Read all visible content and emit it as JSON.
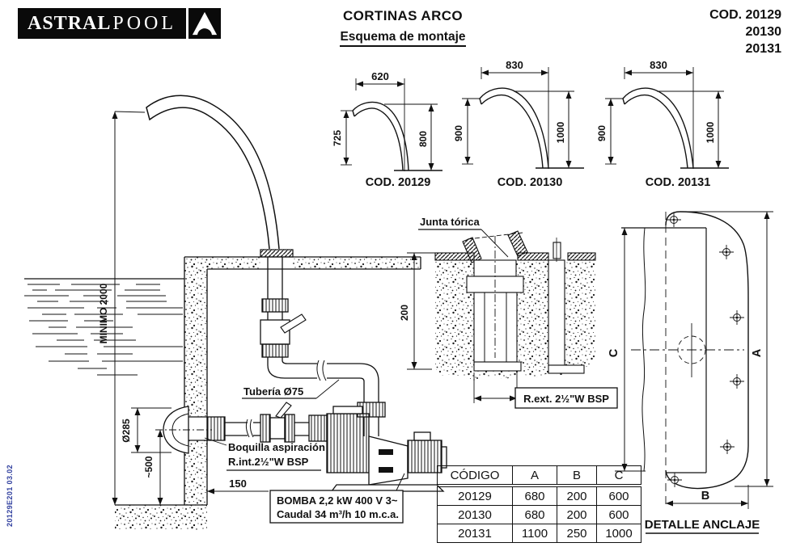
{
  "header": {
    "logo": {
      "brand_bold": "ASTRAL",
      "brand_light": "POOL"
    },
    "title": "CORTINAS ARCO",
    "subtitle": "Esquema de montaje",
    "codes": [
      "COD. 20129",
      "20130",
      "20131"
    ]
  },
  "variants": [
    {
      "code_label": "COD. 20129",
      "top_width": "620",
      "left_height": "725",
      "right_height": "800"
    },
    {
      "code_label": "COD. 20130",
      "top_width": "830",
      "left_height": "900",
      "right_height": "1000"
    },
    {
      "code_label": "COD. 20131",
      "top_width": "830",
      "left_height": "900",
      "right_height": "1000"
    }
  ],
  "main_section": {
    "min_dim": "MINIMO 2000",
    "nozzle_diameter": "Ø285",
    "suction_depth": "~500",
    "wall_offset": "150",
    "pipe_label": "Tubería Ø75",
    "suction_line1": "Boquilla aspiración",
    "suction_line2": "R.int.2½\"W BSP",
    "pump_line1": "BOMBA 2,2 kW  400 V 3~",
    "pump_line2": "Caudal 34 m³/h 10 m.c.a."
  },
  "oring_detail": {
    "label": "Junta tórica",
    "depth": "200",
    "thread_label": "R.ext. 2½\"W BSP"
  },
  "anchor_detail": {
    "dim_a": "A",
    "dim_b": "B",
    "dim_c": "C",
    "title": "DETALLE ANCLAJE"
  },
  "table": {
    "headers": [
      "CÓDIGO",
      "A",
      "B",
      "C"
    ],
    "rows": [
      [
        "20129",
        "680",
        "200",
        "600"
      ],
      [
        "20130",
        "680",
        "200",
        "600"
      ],
      [
        "20131",
        "1100",
        "250",
        "1000"
      ]
    ]
  },
  "doc_ref": "20129E201 03.02"
}
